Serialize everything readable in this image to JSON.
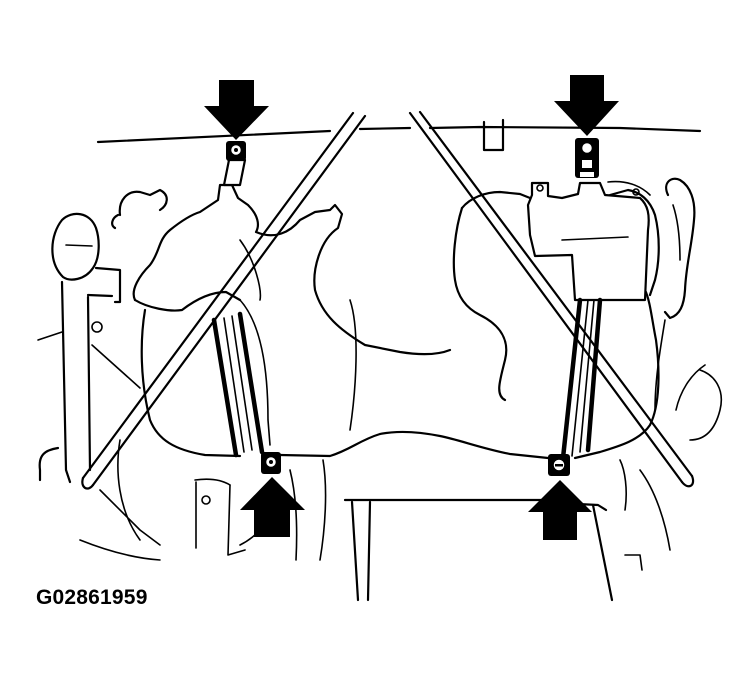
{
  "figure": {
    "caption_id": "G02861959",
    "subject": "fuel tank with two retaining straps and four mounting bolts",
    "colors": {
      "line": "#000000",
      "background": "#ffffff",
      "arrow": "#000000"
    },
    "arrows": [
      {
        "id": "arrow-top-left",
        "direction": "down",
        "target": "strap-bolt-top-left"
      },
      {
        "id": "arrow-top-right",
        "direction": "down",
        "target": "strap-bolt-top-right"
      },
      {
        "id": "arrow-bottom-left",
        "direction": "up",
        "target": "strap-bolt-bottom-left"
      },
      {
        "id": "arrow-bottom-right",
        "direction": "up",
        "target": "strap-bolt-bottom-right"
      }
    ]
  }
}
